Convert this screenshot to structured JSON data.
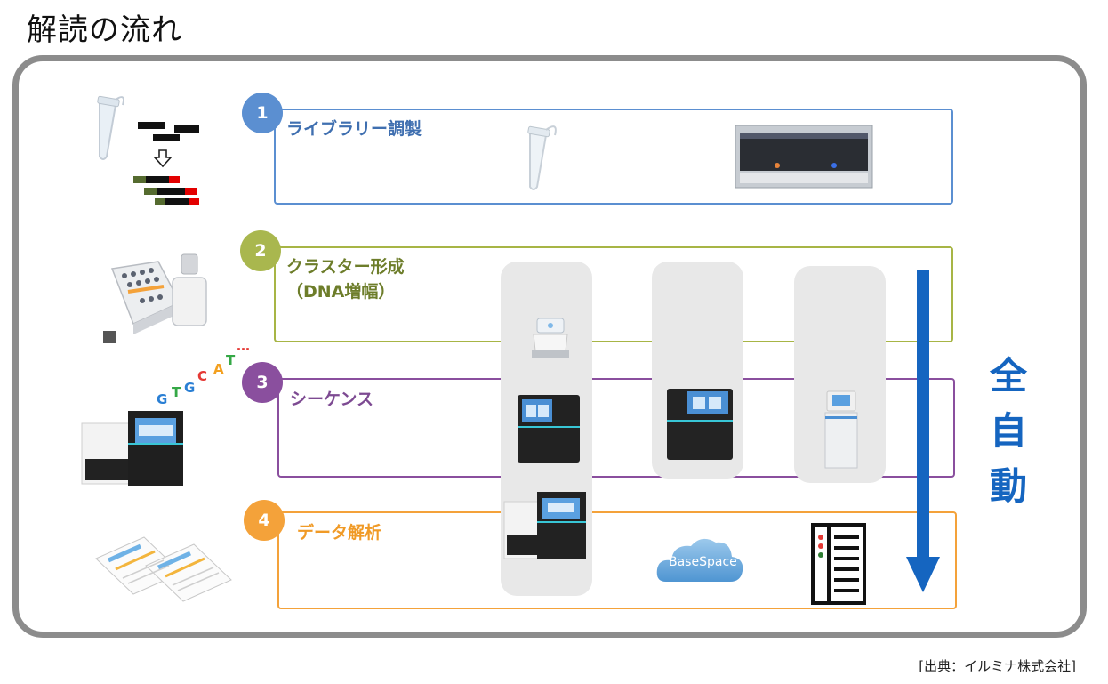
{
  "title": "解読の流れ",
  "steps": [
    {
      "number": "1",
      "label": "ライブラリー調製",
      "color": "#5b8fd1"
    },
    {
      "number": "2",
      "label": "クラスター形成\n（DNA増幅）",
      "color": "#9aaa3b"
    },
    {
      "number": "3",
      "label": "シーケンス",
      "color": "#8a4f9e"
    },
    {
      "number": "4",
      "label": "データ解析",
      "color": "#f4a23a"
    }
  ],
  "sequence_letters": [
    "G",
    "T",
    "G",
    "C",
    "A",
    "T",
    "…"
  ],
  "cloud_label": "BaseSpace",
  "automation_label": "全自動",
  "automation_color": "#1565c0",
  "source": "[出典：イルミナ株式会社]"
}
